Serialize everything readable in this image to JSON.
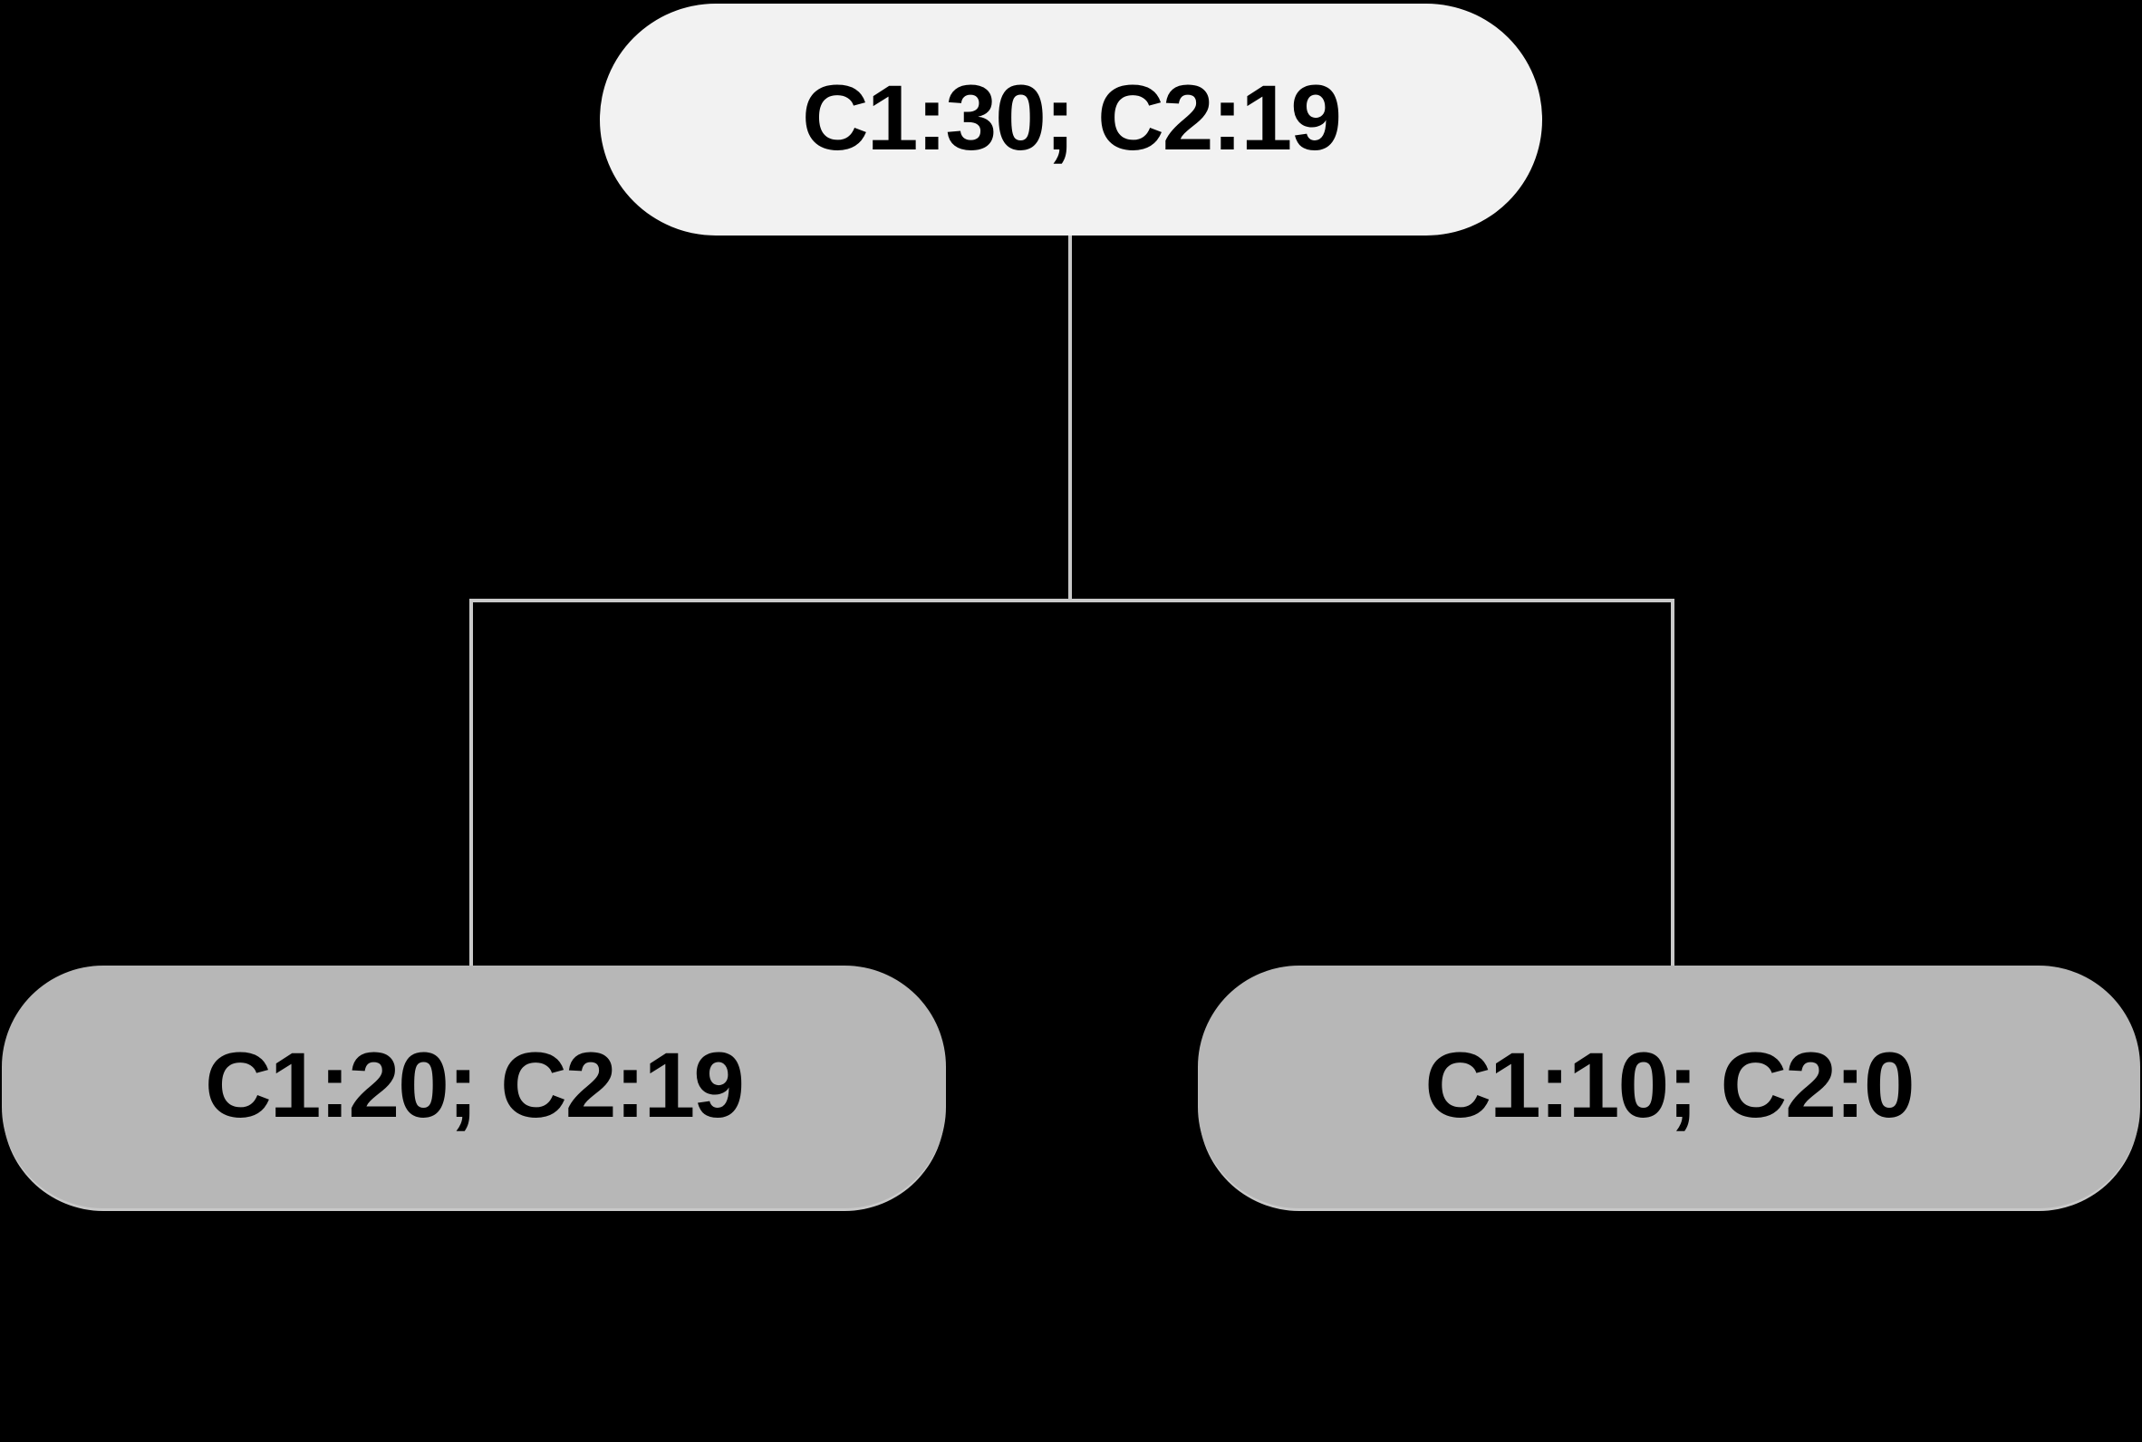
{
  "canvas": {
    "background": "#000000"
  },
  "diagram": {
    "type": "tree",
    "connector_color": "#c9c9c9",
    "root": {
      "label": "C1:30; C2:19",
      "fill": "#f2f2f2",
      "text_color": "#000000"
    },
    "children": [
      {
        "label": "C1:20; C2:19",
        "fill": "#b7b7b7",
        "text_color": "#000000"
      },
      {
        "label": "C1:10; C2:0",
        "fill": "#b7b7b7",
        "text_color": "#000000"
      }
    ]
  }
}
